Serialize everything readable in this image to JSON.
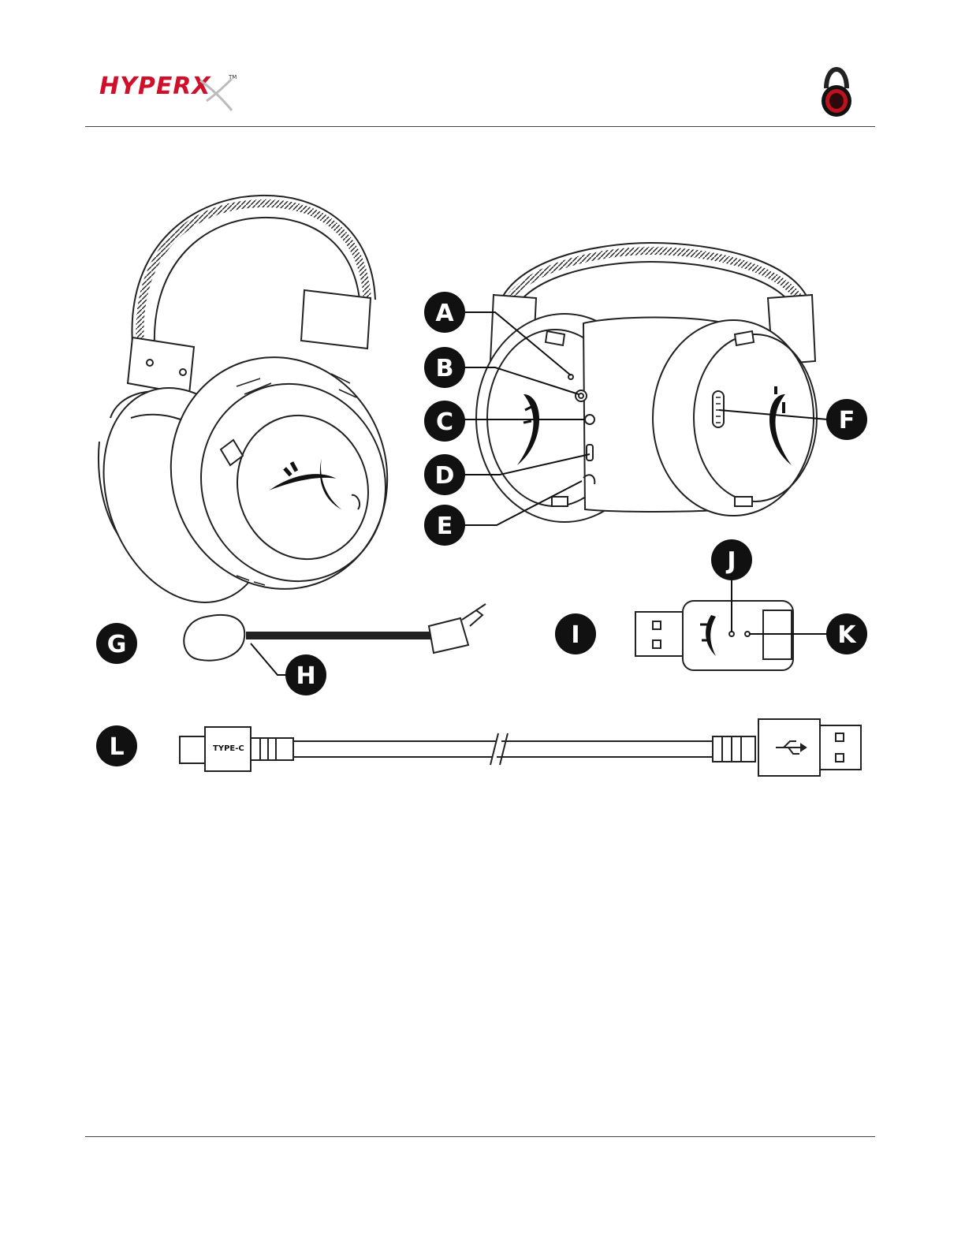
{
  "header": {
    "brand_logo_text": "HYPERX",
    "trademark": "TM",
    "brand_accent": "#d0102a"
  },
  "figure": {
    "callouts": [
      {
        "id": "a",
        "label": "A"
      },
      {
        "id": "b",
        "label": "B"
      },
      {
        "id": "c",
        "label": "C"
      },
      {
        "id": "d",
        "label": "D"
      },
      {
        "id": "e",
        "label": "E"
      },
      {
        "id": "f",
        "label": "F"
      },
      {
        "id": "g",
        "label": "G"
      },
      {
        "id": "h",
        "label": "H"
      },
      {
        "id": "i",
        "label": "I"
      },
      {
        "id": "j",
        "label": "J"
      },
      {
        "id": "k",
        "label": "K"
      },
      {
        "id": "l",
        "label": "L"
      }
    ],
    "cable_label": "TYPE-C",
    "icons": [
      "hyperx-logo-icon",
      "headset-thumbnail-icon",
      "usb-icon"
    ]
  }
}
